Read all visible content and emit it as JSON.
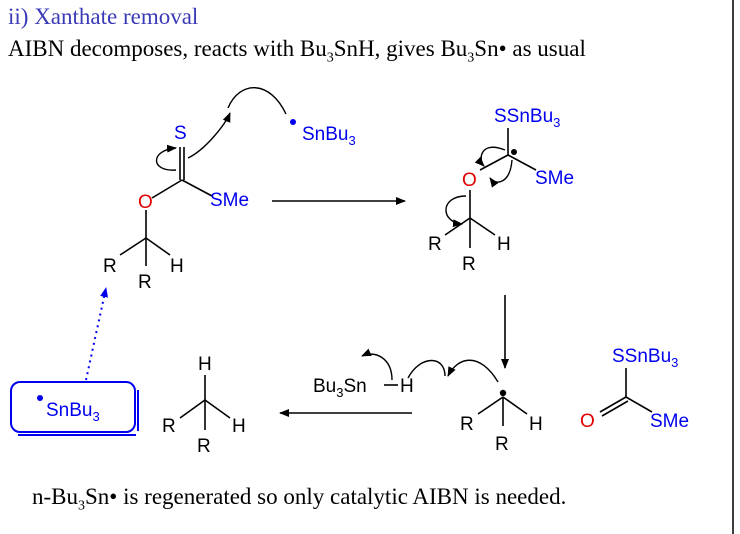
{
  "title": "ii) Xanthate removal",
  "subtitle": {
    "part1": "AIBN decomposes, reacts with Bu",
    "sub1": "3",
    "part2": "SnH, gives Bu",
    "sub2": "3",
    "part3": "Sn• as usual"
  },
  "footer": {
    "part1": "n-Bu",
    "sub1": "3",
    "part2": "Sn• is regenerated so only catalytic AIBN is needed."
  },
  "colors": {
    "title": "#3a3ab8",
    "blue": "#0000ee",
    "red": "#e00000",
    "black": "#000000"
  },
  "labels": {
    "s": "S",
    "o": "O",
    "sme": "SMe",
    "r": "R",
    "h": "H",
    "sn_bu3": "SnBu",
    "ssn_bu3": "SSnBu",
    "bu3": "Bu",
    "sn_h": "Sn",
    "three": "3"
  }
}
